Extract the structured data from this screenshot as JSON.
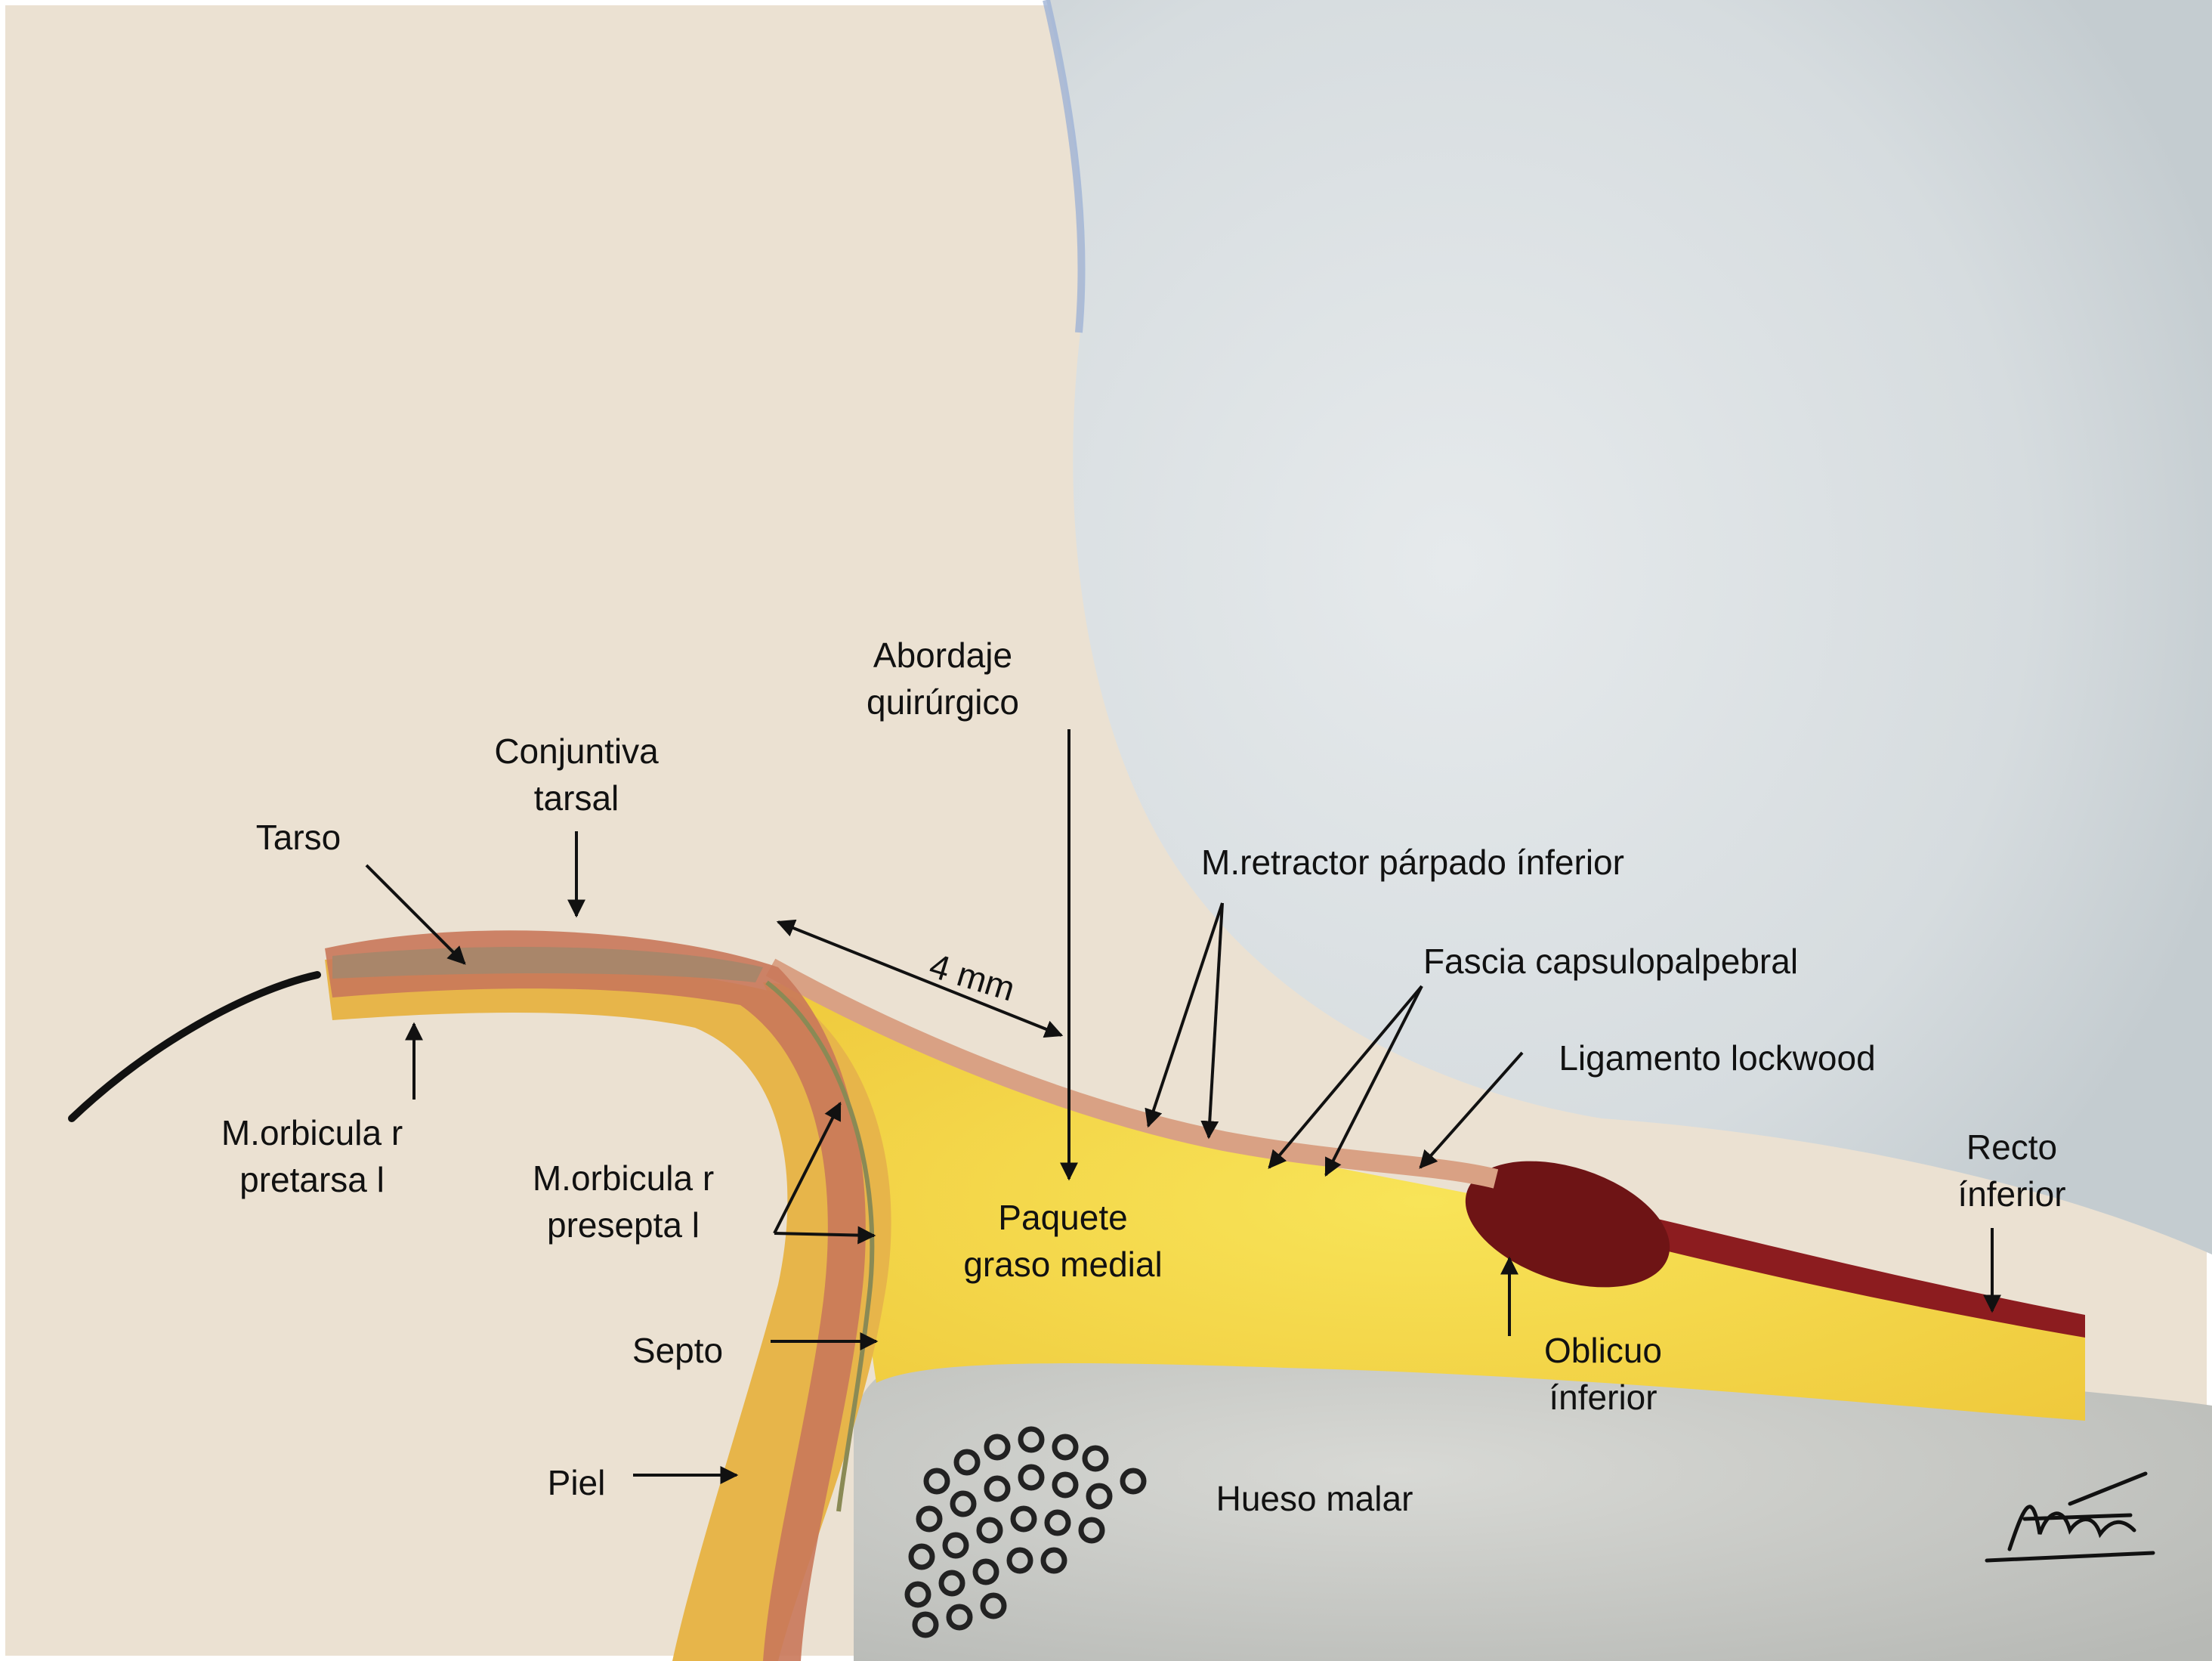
{
  "colors": {
    "background": "#ebe1d2",
    "skin": "#e7b54a",
    "muscle": "#c9785a",
    "fat": "#f2d84a",
    "bone": "#c5c6c2",
    "globe": "#d9dfe2",
    "inferior_oblique": "#6e1415",
    "inferior_rectus": "#8c1c1f",
    "ink": "#111111"
  },
  "labels": {
    "abordaje": [
      "Abordaje",
      "quirúrgico"
    ],
    "conjuntiva": [
      "Conjuntiva",
      "tarsal"
    ],
    "tarso": [
      "Tarso"
    ],
    "retractor": [
      "M.retractor párpado ínferior"
    ],
    "fascia": [
      "Fascia capsulopalpebral"
    ],
    "ligamento": [
      "Ligamento lockwood"
    ],
    "recto": [
      "Recto",
      "ínferior"
    ],
    "orb_pretarsal": [
      "M.orbicula r",
      "pretarsa l"
    ],
    "orb_preseptal": [
      "M.orbicula r",
      "presepta l"
    ],
    "paquete": [
      "Paquete",
      "graso medial"
    ],
    "oblicuo": [
      "Oblicuo",
      "ínferior"
    ],
    "septo": [
      "Septo"
    ],
    "piel": [
      "Piel"
    ],
    "hueso": [
      "Hueso malar"
    ],
    "distance": "4 mm"
  }
}
